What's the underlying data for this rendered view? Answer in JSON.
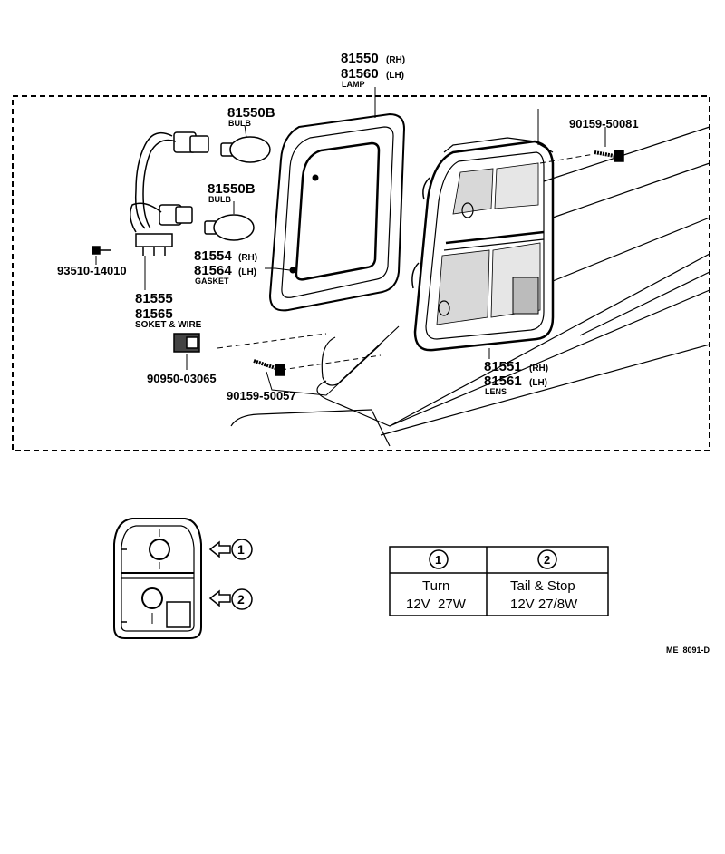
{
  "lamp_parts": {
    "lamp": {
      "rh": "81550",
      "rh_suffix": "(RH)",
      "lh": "81560",
      "lh_suffix": "(LH)",
      "name": "LAMP"
    },
    "bulb_top": {
      "part": "81550B",
      "name": "BULB"
    },
    "bulb_mid": {
      "part": "81550B",
      "name": "BULB"
    },
    "gasket": {
      "rh": "81554",
      "rh_suffix": "(RH)",
      "lh": "81564",
      "lh_suffix": "(LH)",
      "name": "GASKET"
    },
    "screw_top": {
      "part": "90159-50081"
    },
    "clip": {
      "part": "93510-14010"
    },
    "socket": {
      "rh": "81555",
      "lh": "81565",
      "name": "SOKET & WIRE"
    },
    "nut": {
      "part": "90950-03065"
    },
    "screw_bottom": {
      "part": "90159-50057"
    },
    "lens": {
      "rh": "81551",
      "rh_suffix": "(RH)",
      "lh": "81561",
      "lh_suffix": "(LH)",
      "name": "LENS"
    }
  },
  "legend": {
    "marker_1": "1",
    "marker_2": "2"
  },
  "bulb_table": {
    "headers": [
      "1",
      "2"
    ],
    "rows": [
      [
        "Turn",
        "Tail & Stop"
      ],
      [
        "12V  27W",
        "12V 27/8W"
      ]
    ]
  },
  "code": "ME  8091-D"
}
